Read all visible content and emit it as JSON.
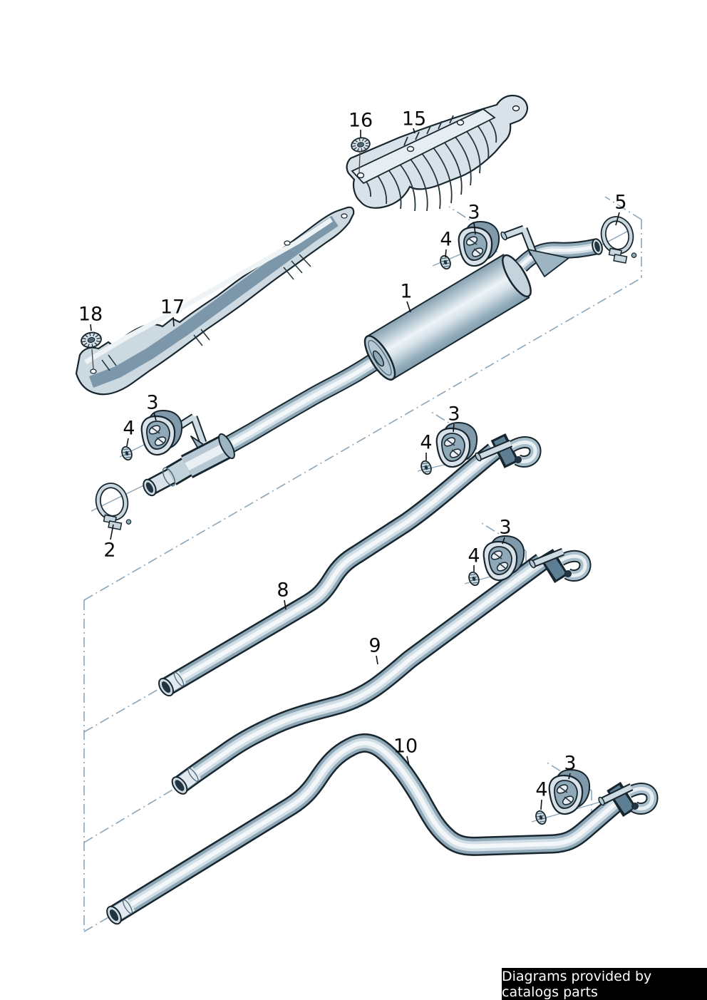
{
  "image_type": "parts-catalog-exploded-diagram",
  "callouts": [
    {
      "id": "16",
      "text": "16"
    },
    {
      "id": "15",
      "text": "15"
    },
    {
      "id": "3-rear-mount",
      "text": "3"
    },
    {
      "id": "5-clamp",
      "text": "5"
    },
    {
      "id": "4-rear-nut",
      "text": "4"
    },
    {
      "id": "1-silencer",
      "text": "1"
    },
    {
      "id": "18",
      "text": "18"
    },
    {
      "id": "17",
      "text": "17"
    },
    {
      "id": "3-front-mount",
      "text": "3"
    },
    {
      "id": "4-front-nut",
      "text": "4"
    },
    {
      "id": "2-clamp",
      "text": "2"
    },
    {
      "id": "3-pipe8-mount",
      "text": "3"
    },
    {
      "id": "4-pipe8-nut",
      "text": "4"
    },
    {
      "id": "3-pipe9-mount",
      "text": "3"
    },
    {
      "id": "4-pipe9-nut",
      "text": "4"
    },
    {
      "id": "8-pipe",
      "text": "8"
    },
    {
      "id": "9-pipe",
      "text": "9"
    },
    {
      "id": "10-pipe",
      "text": "10"
    },
    {
      "id": "3-pipe10-mount",
      "text": "3"
    },
    {
      "id": "4-pipe10-nut",
      "text": "4"
    }
  ],
  "footer": {
    "text": "Diagrams provided by catalogs parts"
  },
  "colors": {
    "outline": "#17262e",
    "steel": "#8ea8b8",
    "light": "#d3dfe6",
    "highlight": "#f3f7f9",
    "construction": "#8ba5b9",
    "dark_band": "#5d7e93",
    "footer_bg": "#000000",
    "footer_fg": "#ffffff"
  }
}
